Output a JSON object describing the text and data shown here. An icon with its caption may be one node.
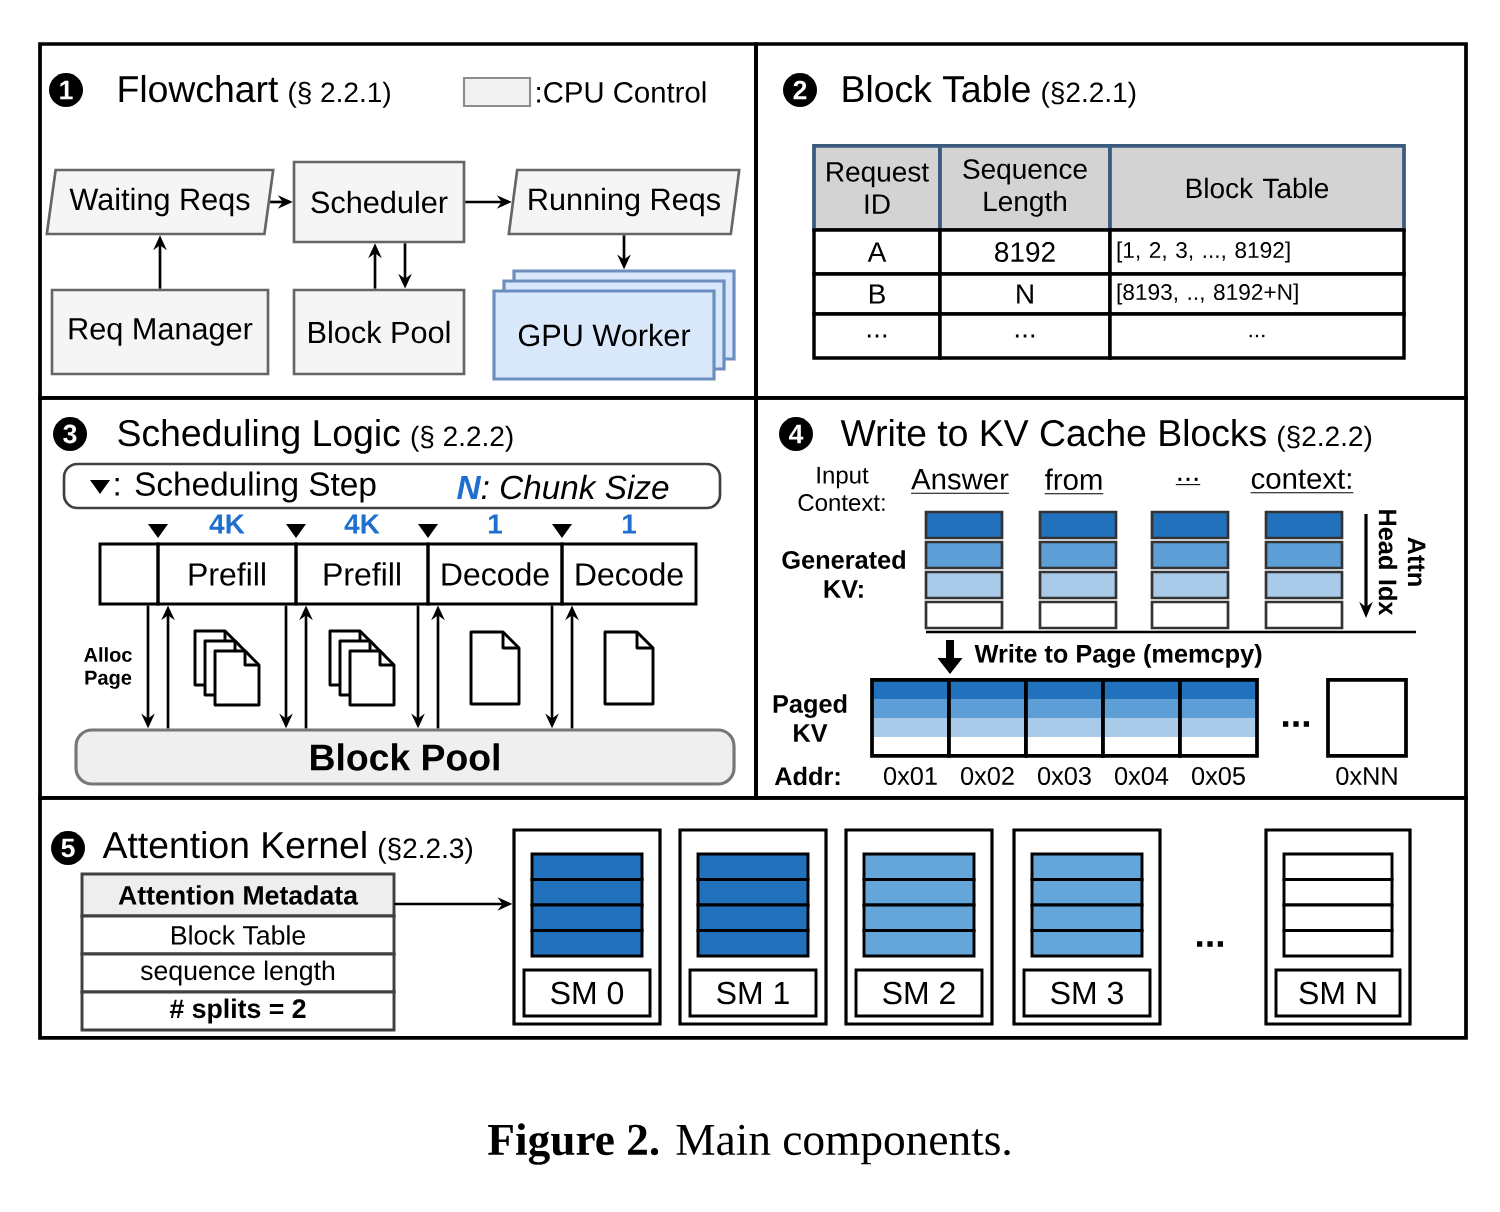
{
  "diagram": {
    "caption": "**Figure 2.** Main components.",
    "nodes": [
      {
        "text": [
          "1",
          "Flowchart",
          "(§ 2.2.1)"
        ]
      },
      {
        "text": [
          "Waiting Reqs"
        ],
        "in": 0
      },
      {
        "text": [
          "Scheduler"
        ],
        "in": 0
      },
      {
        "text": [
          "Running Reqs"
        ],
        "in": 0
      },
      {
        "text": [
          "Req Manager"
        ],
        "in": 0
      },
      {
        "text": [
          "Block Pool"
        ],
        "in": 0
      },
      {
        "text": [
          "GPU Worker"
        ],
        "in": 0
      },
      {
        "text": [
          "2",
          "Block Table",
          "(§2.2.1)"
        ]
      },
      {
        "text": [
          "3",
          "Scheduling Logic",
          "(§ 2.2.2)"
        ]
      },
      {
        "text": [],
        "shape": "box",
        "in": 8
      },
      {
        "text": [
          "Prefill"
        ],
        "beside": [
          "4K"
        ],
        "in": 8
      },
      {
        "text": [
          "Prefill"
        ],
        "beside": [
          "4K"
        ],
        "in": 8
      },
      {
        "text": [
          "Decode"
        ],
        "beside": [
          "1"
        ],
        "in": 8
      },
      {
        "text": [
          "Decode"
        ],
        "beside": [
          "1"
        ],
        "in": 8
      },
      {
        "text": [
          "Block Pool"
        ],
        "in": 8
      },
      {
        "text": [
          "4",
          "Write to KV Cache Blocks",
          "(§2.2.2)"
        ]
      },
      {
        "text": [
          "5",
          "Attention Kernel",
          "(§2.2.3)"
        ]
      },
      {
        "text": [
          "Attention Metadata",
          "Block Table",
          "sequence length",
          "# splits = 2"
        ],
        "in": 16
      },
      {
        "text": [
          "SM 0"
        ],
        "in": 16
      },
      {
        "text": [
          "SM 1"
        ],
        "in": 16
      },
      {
        "text": [
          "SM 2"
        ],
        "in": 16
      },
      {
        "text": [
          "SM 3"
        ],
        "in": 16
      },
      {
        "text": [
          "SM N"
        ],
        "in": 16
      }
    ],
    "edges": [
      {
        "from": 1,
        "to": 2,
        "arrow": "to"
      },
      {
        "from": 2,
        "to": 3,
        "arrow": "to"
      },
      {
        "from": 4,
        "to": 1,
        "arrow": "to"
      },
      {
        "from": 5,
        "to": 2,
        "arrow": "to"
      },
      {
        "from": 2,
        "to": 5,
        "arrow": "to"
      },
      {
        "from": 3,
        "to": 6,
        "arrow": "to"
      },
      {
        "from": 9,
        "to": 14,
        "arrow": "to"
      },
      {
        "from": 14,
        "to": 10,
        "arrow": "to"
      },
      {
        "from": 10,
        "to": 14,
        "arrow": "to"
      },
      {
        "from": 14,
        "to": 11,
        "arrow": "to"
      },
      {
        "from": 11,
        "to": 14,
        "arrow": "to"
      },
      {
        "from": 14,
        "to": 12,
        "arrow": "to"
      },
      {
        "from": 12,
        "to": 14,
        "arrow": "to"
      },
      {
        "from": 14,
        "to": 13,
        "arrow": "to"
      },
      {
        "from": 17,
        "to": 18,
        "arrow": "to"
      }
    ],
    "labels": [
      "Request ID",
      "Sequence Length",
      "Block Table",
      "A",
      "8192",
      "[1, 2, 3, ..., 8192]",
      "B",
      "N",
      "[8193, .., 8192+N]",
      "...",
      "...",
      "...",
      "Alloc Page",
      "Input Context:",
      "Answer",
      "from",
      "...",
      "context:",
      "Generated KV:",
      "Attn Head Idx",
      "Write to Page (memcpy)",
      "Paged KV",
      "...",
      "Addr:",
      "0x01",
      "0x02",
      "0x03",
      "0x04",
      "0x05",
      "0xNN",
      "..."
    ],
    "legend": [
      {
        "text": ":CPU Control",
        "color": "#f2f2f2"
      },
      {
        "text": ": Scheduling Step"
      },
      {
        "text": "**N**: Chunk Size"
      }
    ]
  }
}
